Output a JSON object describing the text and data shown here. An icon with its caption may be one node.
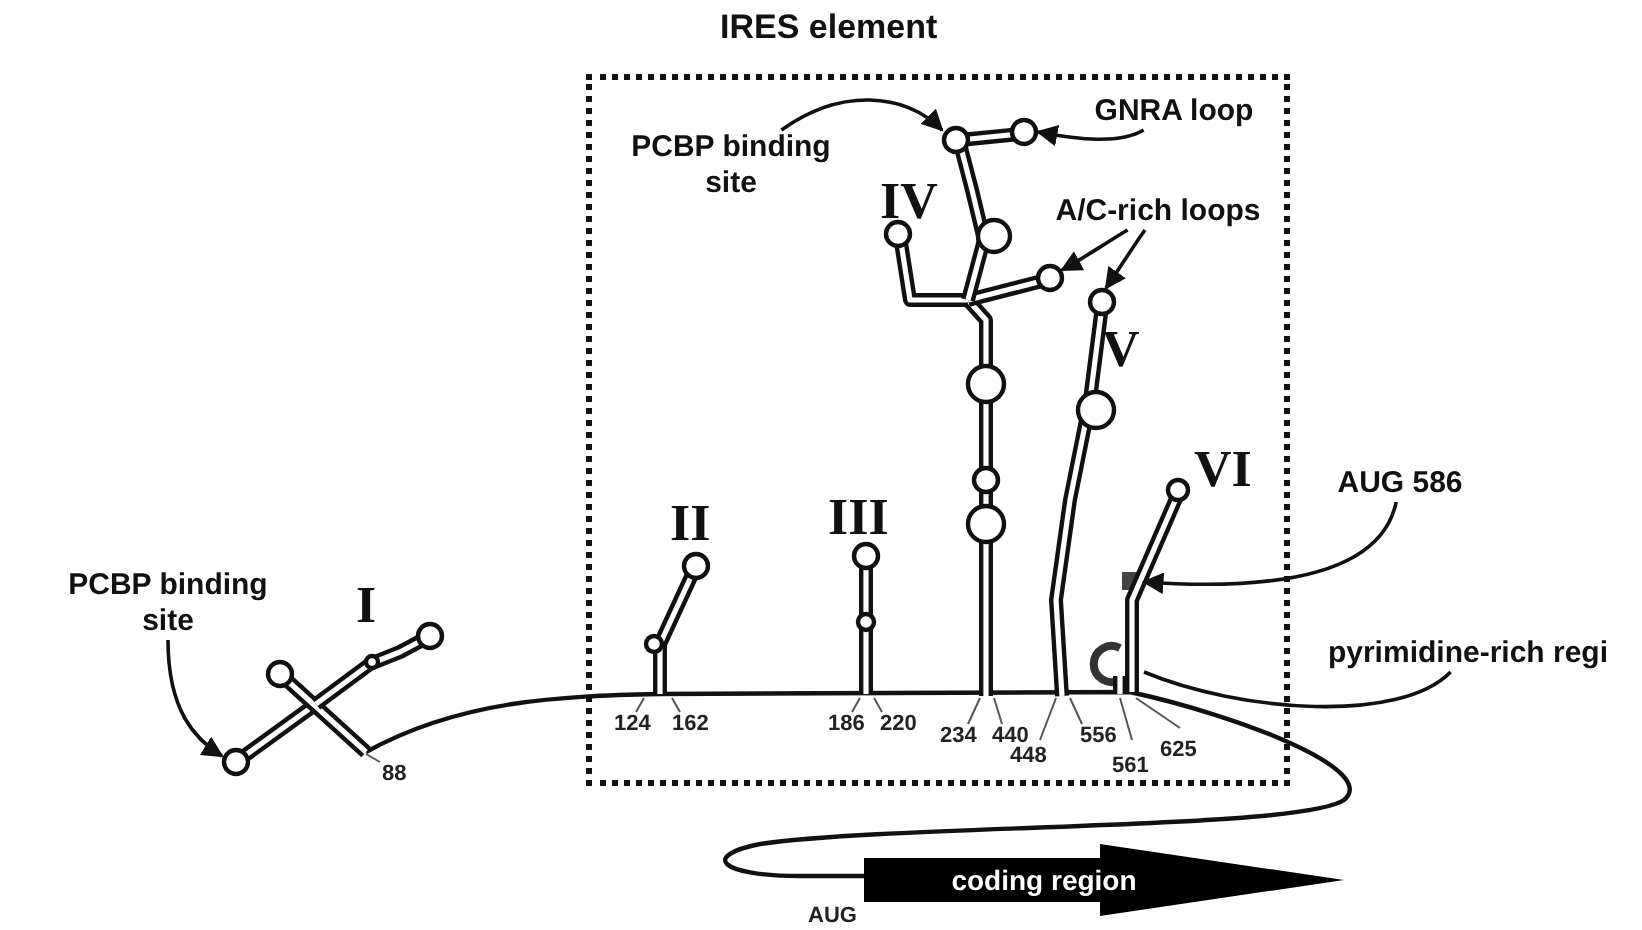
{
  "diagram": {
    "nodes": [
      {
        "text": [
          "IRES element"
        ]
      },
      {
        "text": [
          "PCBP binding site"
        ]
      },
      {
        "text": [
          "PCBP binding site"
        ],
        "in": 0
      },
      {
        "text": [
          "GNRA loop"
        ],
        "in": 0
      },
      {
        "text": [
          "A/C-rich loops"
        ],
        "in": 0
      },
      {
        "text": [
          "AUG 586"
        ]
      },
      {
        "text": [
          "pyrimidine-rich regi"
        ]
      },
      {
        "text": [
          "coding region"
        ]
      }
    ],
    "edges": [
      {
        "from": 1,
        "to": null,
        "arrow": "to"
      },
      {
        "from": 2,
        "to": null,
        "arrow": "to"
      },
      {
        "from": 3,
        "to": null,
        "arrow": "to"
      },
      {
        "from": 4,
        "to": null,
        "arrow": "to"
      },
      {
        "from": 4,
        "to": null,
        "arrow": "to"
      },
      {
        "from": 5,
        "to": null,
        "arrow": "to"
      },
      {
        "from": 6,
        "to": null,
        "arrow": "none"
      }
    ],
    "labels": [
      "IV",
      "V",
      "VI",
      "II",
      "III",
      "I",
      "124",
      "162",
      "186",
      "220",
      "234",
      "440",
      "556",
      "625",
      "88",
      "448",
      "561",
      "AUG"
    ]
  }
}
